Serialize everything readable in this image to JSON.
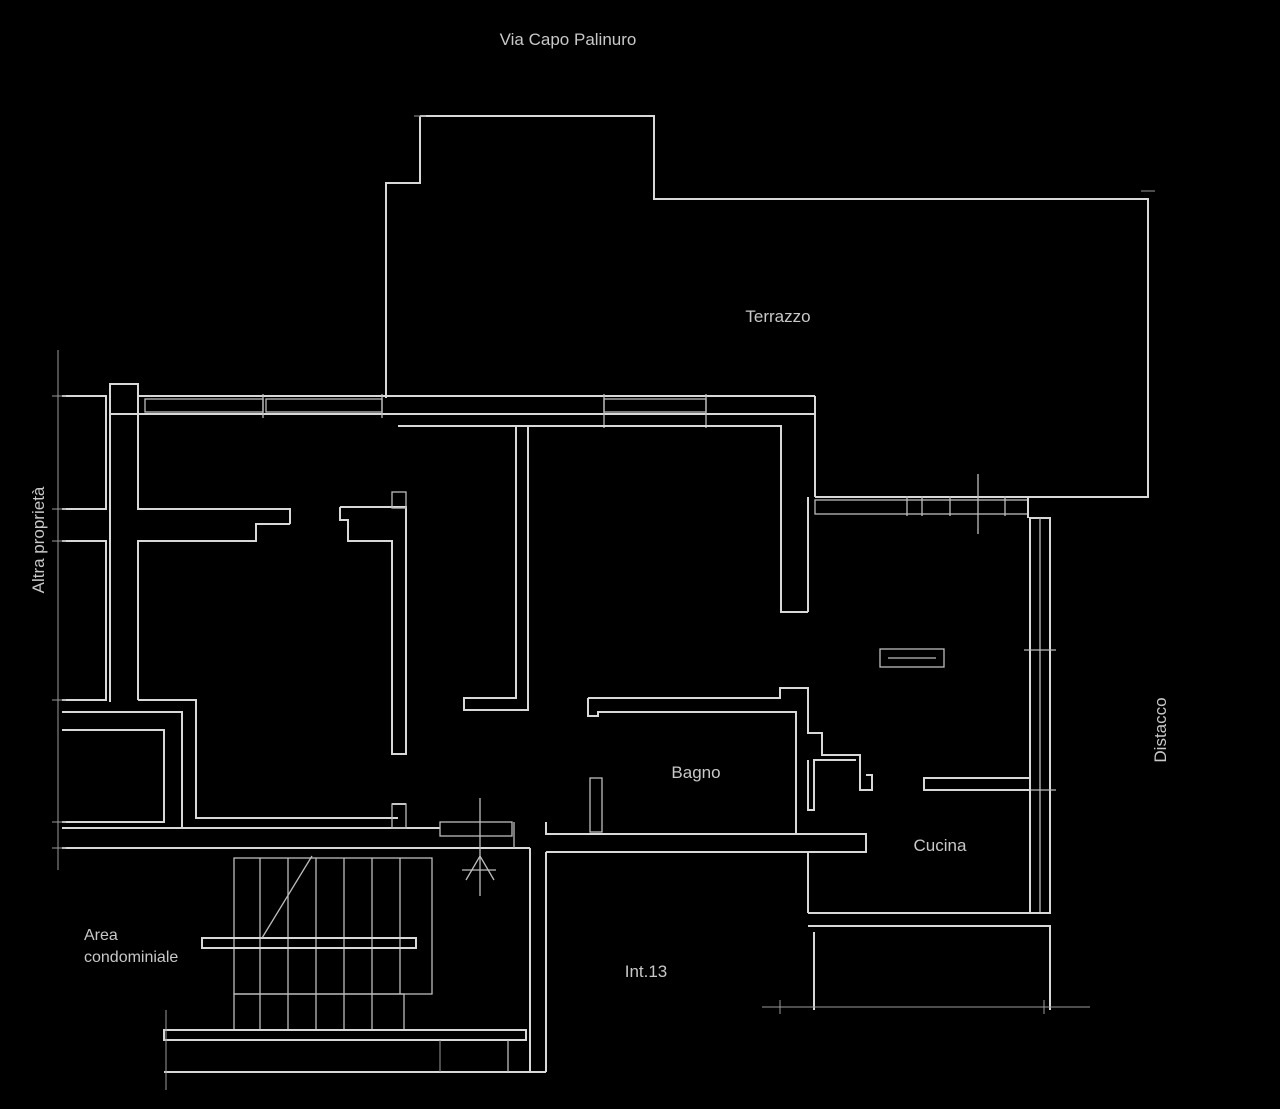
{
  "labels": {
    "street": "Via Capo Palinuro",
    "terrace": "Terrazzo",
    "other_property": "Altra proprietà",
    "detachment": "Distacco",
    "bathroom": "Bagno",
    "kitchen": "Cucina",
    "common_area_line1": "Area",
    "common_area_line2": "condominiale",
    "unit": "Int.13"
  },
  "colors": {
    "background": "#000000",
    "lines": "#d8d8d8"
  }
}
